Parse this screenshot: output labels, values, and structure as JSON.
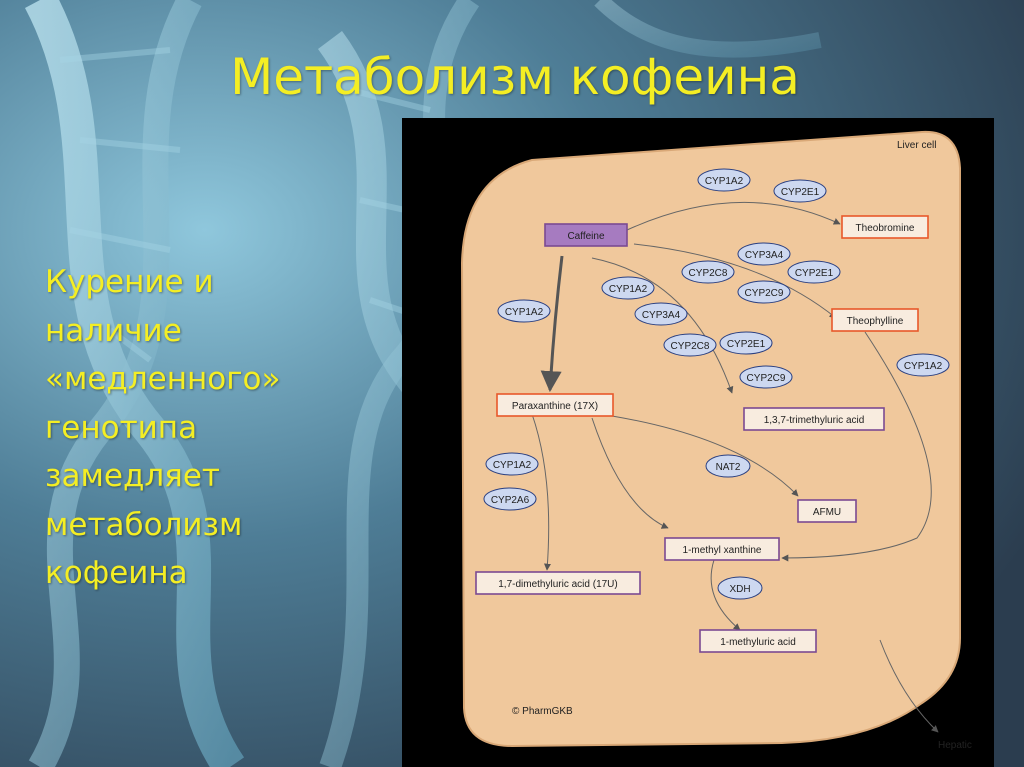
{
  "slide": {
    "title": "Метаболизм кофеина",
    "bullet_lines": [
      "Курение и",
      "наличие",
      "«медленного»",
      "генотипа",
      "замедляет",
      "метаболизм",
      "кофеина"
    ]
  },
  "diagram": {
    "cell_label": "Liver cell",
    "watermark": "© PharmGKB",
    "exit_label": "Hepatic",
    "nodes": {
      "caffeine": "Caffeine",
      "theobromine": "Theobromine",
      "theophylline": "Theophylline",
      "trimethyluric": "1,3,7-trimethyluric acid",
      "paraxanthine": "Paraxanthine (17X)",
      "afmu": "AFMU",
      "methylxanthine": "1-methyl xanthine",
      "dimethyluric": "1,7-dimethyluric acid (17U)",
      "methyluric": "1-methyluric acid"
    },
    "enzymes": {
      "e1": "CYP1A2",
      "e2": "CYP2E1",
      "e3": "CYP3A4",
      "e4": "CYP2C8",
      "e5": "CYP2E1",
      "e6": "CYP1A2",
      "e7": "CYP2C9",
      "e8": "CYP1A2",
      "e9": "CYP3A4",
      "e10": "CYP2C8",
      "e11": "CYP2E1",
      "e12": "CYP2C9",
      "e13": "CYP1A2",
      "e14": "CYP1A2",
      "e15": "CYP2A6",
      "e16": "NAT2",
      "e17": "XDH"
    },
    "colors": {
      "box_fill": "#f8ecdf",
      "caffeine_fill": "#a67bc0",
      "orange_border": "#e8582a",
      "purple_border": "#7b4a92",
      "cell_fill": "#f0c89c",
      "enzyme_fill": "#cdd8f0"
    }
  }
}
